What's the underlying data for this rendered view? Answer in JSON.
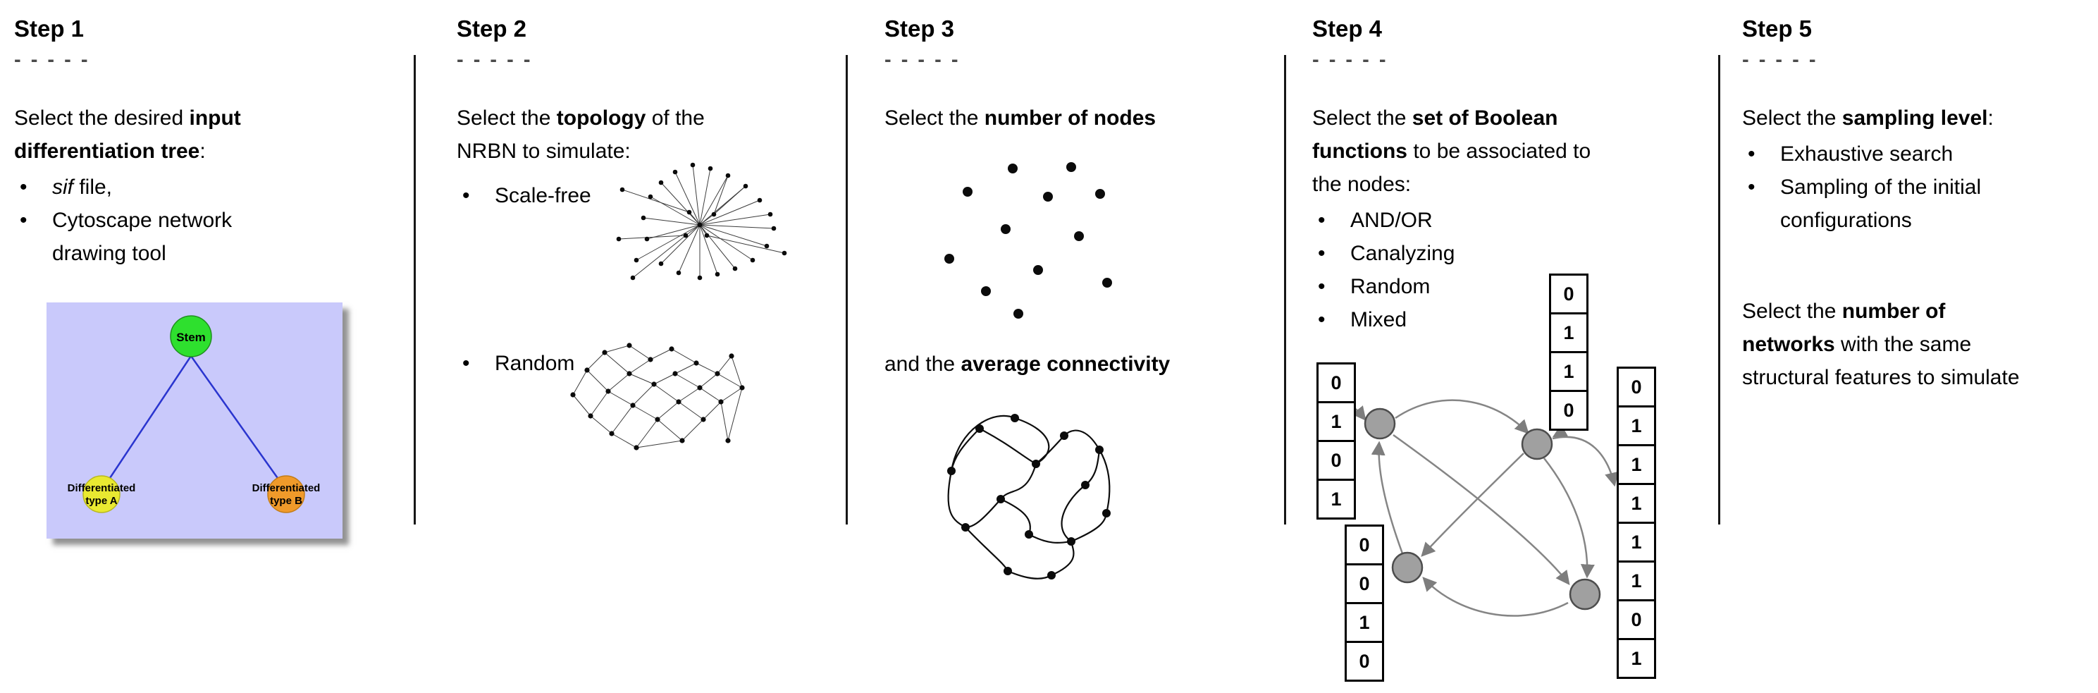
{
  "page": {
    "background": "#ffffff",
    "divider_color": "#161616"
  },
  "steps": [
    {
      "title": "Step 1",
      "dashes": "- - - - -",
      "intro": {
        "l1": [
          {
            "t": "Select the desired "
          },
          {
            "t": "input"
          }
        ],
        "l2": [
          {
            "t": "differentiation tree"
          },
          {
            "t": ":"
          }
        ]
      },
      "bullets": [
        {
          "l1": [
            {
              "t": "sif"
            },
            {
              "t": " file,"
            }
          ]
        },
        {
          "l1": [
            {
              "t": "Cytoscape network"
            }
          ],
          "l2": [
            {
              "t": "drawing tool"
            }
          ]
        }
      ],
      "tree": {
        "background": "#c9c9fb",
        "edge_color": "#2a35cf",
        "stem": {
          "label": "Stem",
          "color": "#2ee02e"
        },
        "type_a": {
          "label_line1": "Differentiated",
          "label_line2": "type A",
          "color": "#e9e931"
        },
        "type_b": {
          "label_line1": "Differentiated",
          "label_line2": "type B",
          "color": "#f09a2a"
        }
      }
    },
    {
      "title": "Step 2",
      "dashes": "- - - - -",
      "intro": {
        "l1": [
          {
            "t": "Select the "
          },
          {
            "t": "topology"
          },
          {
            "t": " of the"
          }
        ],
        "l2": [
          {
            "t": "NRBN to simulate:"
          }
        ]
      },
      "bullets": [
        {
          "l1": [
            {
              "t": "Scale-free"
            }
          ]
        },
        {
          "l1": [
            {
              "t": "Random"
            }
          ]
        }
      ]
    },
    {
      "title": "Step 3",
      "dashes": "- - - - -",
      "intro": {
        "l1": [
          {
            "t": "Select the "
          },
          {
            "t": "number of nodes"
          }
        ]
      },
      "second": {
        "l1": [
          {
            "t": "and the "
          },
          {
            "t": "average connectivity"
          }
        ]
      }
    },
    {
      "title": "Step 4",
      "dashes": "- - - - -",
      "intro": {
        "l1": [
          {
            "t": "Select the "
          },
          {
            "t": "set of Boolean"
          }
        ],
        "l2": [
          {
            "t": "functions"
          },
          {
            "t": " to be associated to"
          }
        ],
        "l3": [
          {
            "t": "the nodes:"
          }
        ]
      },
      "bullets": [
        {
          "l1": [
            {
              "t": "AND/OR"
            }
          ]
        },
        {
          "l1": [
            {
              "t": "Canalyzing"
            }
          ]
        },
        {
          "l1": [
            {
              "t": "Random"
            }
          ]
        },
        {
          "l1": [
            {
              "t": "Mixed"
            }
          ]
        }
      ],
      "truth_tables": {
        "left": [
          "0",
          "1",
          "0",
          "1"
        ],
        "top": [
          "0",
          "1",
          "1",
          "0"
        ],
        "bottom_left": [
          "0",
          "0",
          "1",
          "0"
        ],
        "right": [
          "0",
          "1",
          "1",
          "1",
          "1",
          "1",
          "0",
          "1"
        ]
      }
    },
    {
      "title": "Step 5",
      "dashes": "- - - - -",
      "intro": {
        "l1": [
          {
            "t": "Select the "
          },
          {
            "t": "sampling level"
          },
          {
            "t": ":"
          }
        ]
      },
      "bullets": [
        {
          "l1": [
            {
              "t": "Exhaustive search"
            }
          ]
        },
        {
          "l1": [
            {
              "t": "Sampling of the initial"
            }
          ],
          "l2": [
            {
              "t": "configurations"
            }
          ]
        }
      ],
      "second": {
        "l1": [
          {
            "t": "Select the "
          },
          {
            "t": "number of"
          }
        ],
        "l2": [
          {
            "t": "networks"
          },
          {
            "t": " with the same"
          }
        ],
        "l3": [
          {
            "t": "structural features to simulate"
          }
        ]
      }
    }
  ]
}
